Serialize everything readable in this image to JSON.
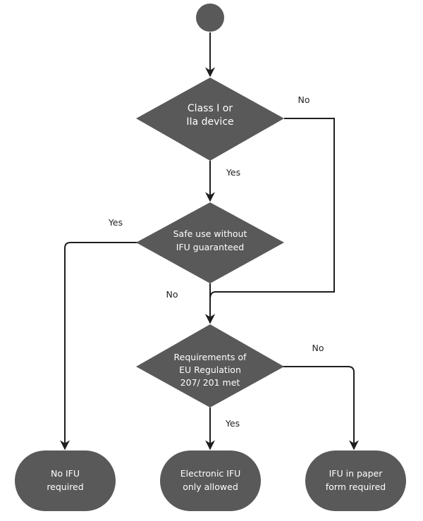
{
  "nodes": {
    "decision_class": {
      "lines": [
        "Class I or",
        "IIa device"
      ]
    },
    "decision_safe_use": {
      "lines": [
        "Safe use without",
        "IFU guaranteed"
      ]
    },
    "decision_requirements": {
      "lines": [
        "Requirements of",
        "EU Regulation",
        "207/ 201 met"
      ]
    },
    "terminal_no_ifu": {
      "lines": [
        "No IFU",
        "required"
      ]
    },
    "terminal_electronic": {
      "lines": [
        "Electronic IFU",
        "only allowed"
      ]
    },
    "terminal_paper": {
      "lines": [
        "IFU in paper",
        "form required"
      ]
    }
  },
  "edge_labels": {
    "class_no": "No",
    "class_yes": "Yes",
    "safe_yes": "Yes",
    "safe_no": "No",
    "req_no": "No",
    "req_yes": "Yes"
  },
  "colors": {
    "shape_fill": "#595959",
    "line": "#1e1e1e",
    "shape_text": "#ffffff",
    "label_text": "#222222"
  }
}
